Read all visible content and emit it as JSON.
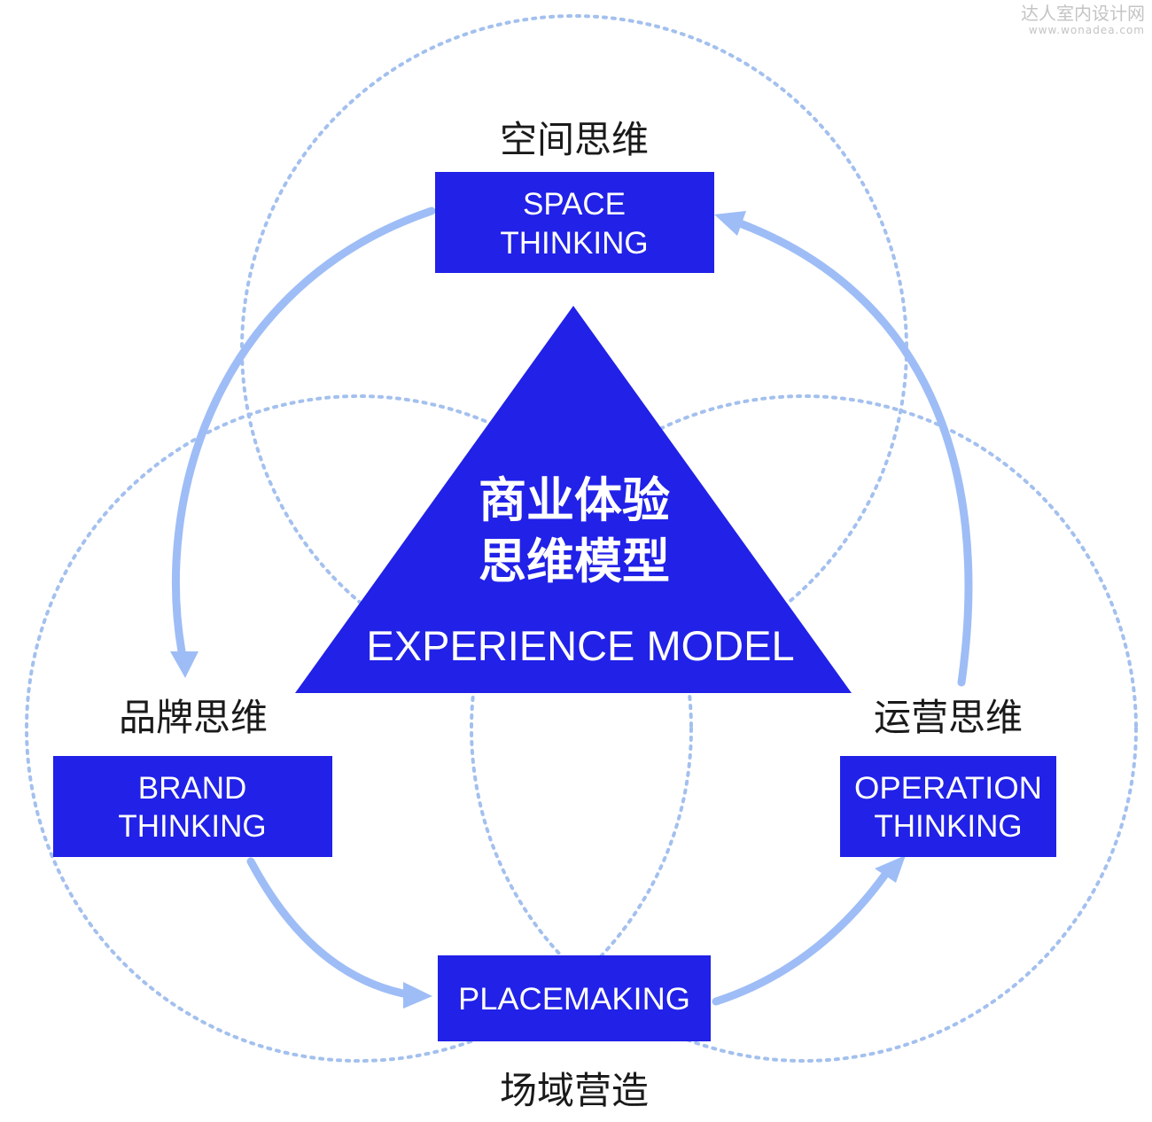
{
  "watermark": {
    "text": "达人室内设计网",
    "url": "www.wonadea.com"
  },
  "center": {
    "title_line1": "商业体验",
    "title_line2": "思维模型",
    "subtitle": "EXPERIENCE MODEL"
  },
  "nodes": {
    "space": {
      "label_cn": "空间思维",
      "line1": "SPACE",
      "line2": "THINKING"
    },
    "brand": {
      "label_cn": "品牌思维",
      "line1": "BRAND",
      "line2": "THINKING"
    },
    "operation": {
      "label_cn": "运营思维",
      "line1": "OPERATION",
      "line2": "THINKING"
    },
    "placemaking": {
      "label_cn": "场域营造",
      "line1": "PLACEMAKING"
    }
  },
  "colors": {
    "box_fill": "#2121e8",
    "arrow": "#9ebdf6",
    "dotted_circle": "#a3c0ee",
    "label_text": "#1a1a1a",
    "white": "#ffffff"
  }
}
